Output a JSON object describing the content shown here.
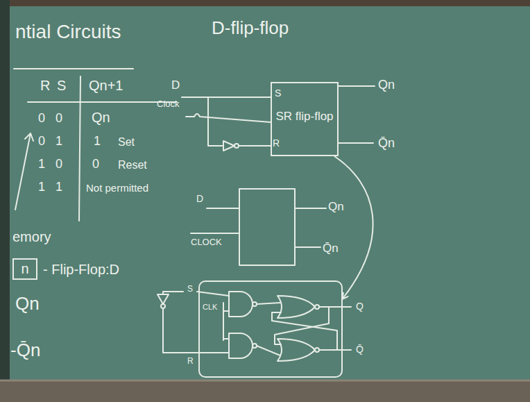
{
  "diagram": {
    "title": "D-flip-flop",
    "nodes": [
      {
        "text": [
          "SR flip-flop"
        ]
      },
      {
        "text": [
          "CLK"
        ]
      },
      {
        "text": [
          "n"
        ]
      }
    ],
    "edges": [
      {
        "from": 0,
        "to": 1,
        "arrow": "to"
      }
    ],
    "labels": [
      "ntial Circuits",
      "R",
      "S",
      "Qn+1",
      "0",
      "0",
      "Qn",
      "0",
      "1",
      "1",
      "Set",
      "1",
      "0",
      "0",
      "Reset",
      "1",
      "1",
      "Not permitted",
      "emory",
      "- Flip-Flop:D",
      "Qn",
      "-Q̄n",
      "D",
      "Clock",
      "S",
      "R",
      "Qn",
      "Q̄n",
      "D",
      "CLOCK",
      "Qn",
      "Q̄n",
      "S",
      "R",
      "Q",
      "Q̄"
    ]
  }
}
